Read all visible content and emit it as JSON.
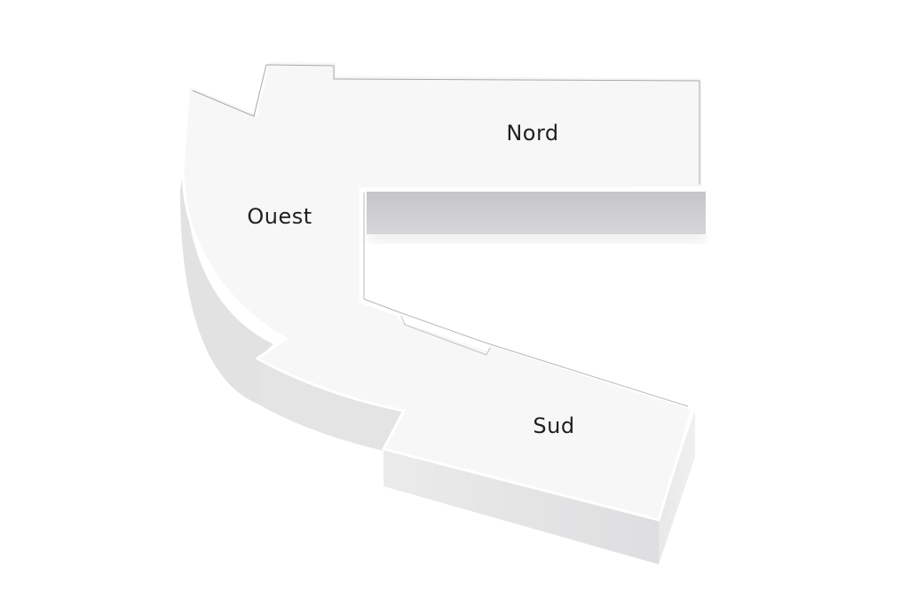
{
  "diagram": {
    "type": "floor-plan-3d",
    "wings": [
      {
        "id": "nord",
        "label": "Nord"
      },
      {
        "id": "ouest",
        "label": "Ouest"
      },
      {
        "id": "sud",
        "label": "Sud"
      }
    ]
  },
  "colors": {
    "floor": "#f7f7f7",
    "wall_top": "#ffffff",
    "wall_outline": "#9a9a9a",
    "side_face": "#e3e3e4",
    "side_face_dark": "#c9c9cb",
    "text": "#1f1f1f"
  }
}
